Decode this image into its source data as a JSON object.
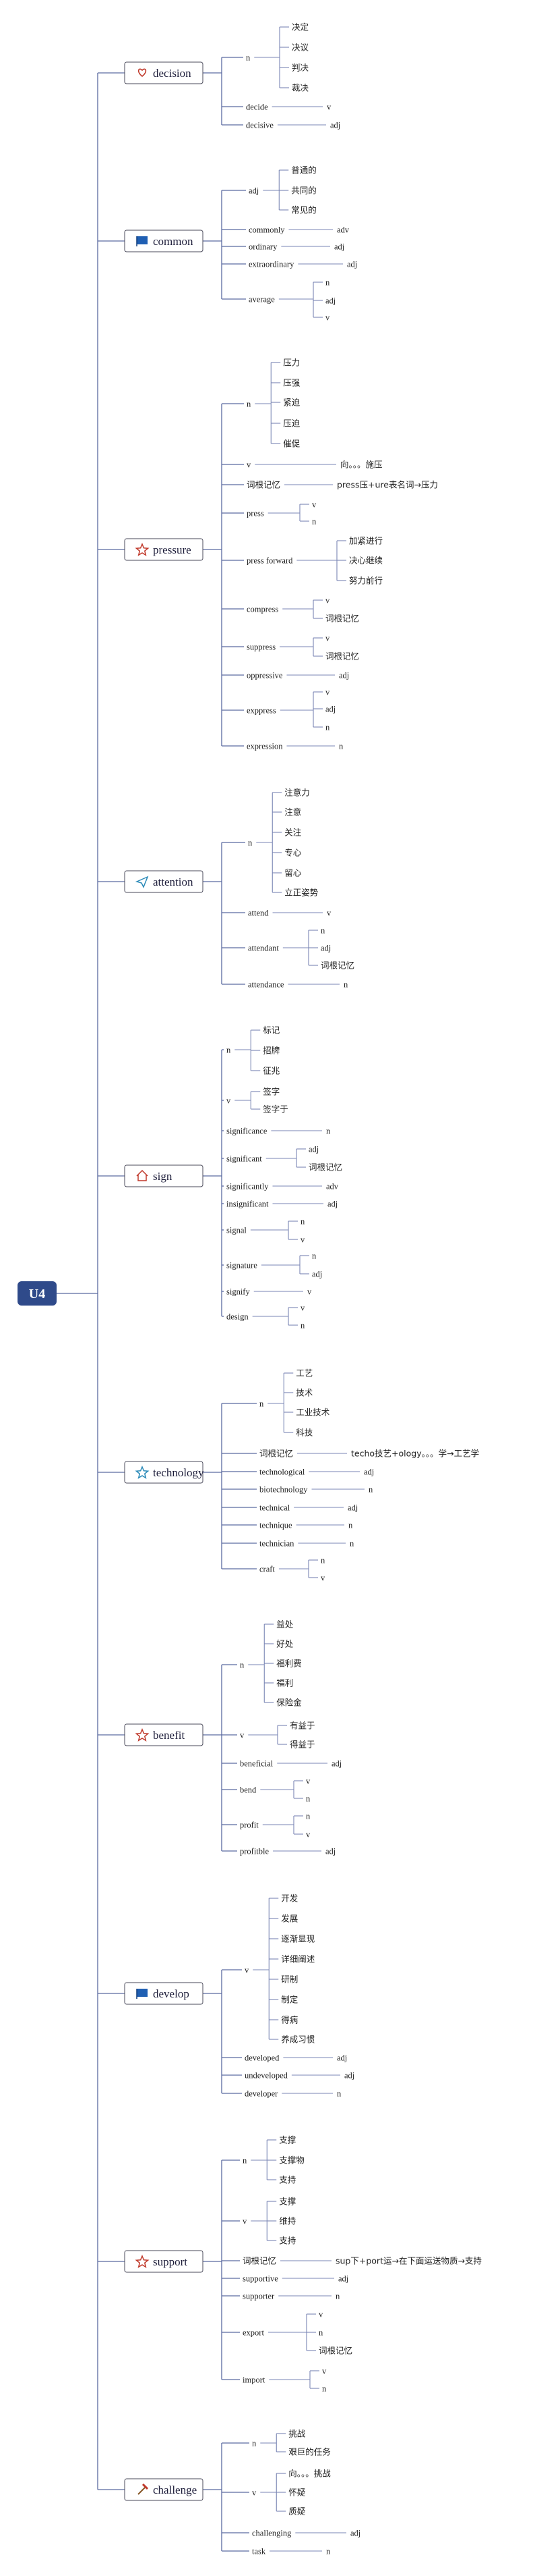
{
  "root": "U4",
  "colors": {
    "root_bg": "#2f4a8a",
    "line": "#5a6aa0",
    "heart": "#c0392b",
    "star": "#c0392b",
    "flag": "#1f5fb3",
    "plane": "#2a8ab8",
    "home": "#c0392b",
    "techstar": "#2a8ab8",
    "hammer": "#c0392b"
  },
  "topics": [
    {
      "label": "decision",
      "icon": "heart-icon",
      "children": [
        {
          "label": "n",
          "children": [
            "决定",
            "决议",
            "判决",
            "裁决"
          ]
        },
        {
          "label": "decide",
          "value": "v"
        },
        {
          "label": "decisive",
          "value": "adj"
        }
      ]
    },
    {
      "label": "common",
      "icon": "flag-icon",
      "children": [
        {
          "label": "adj",
          "children": [
            "普通的",
            "共同的",
            "常见的"
          ]
        },
        {
          "label": "commonly",
          "value": "adv"
        },
        {
          "label": "ordinary",
          "value": "adj"
        },
        {
          "label": "extraordinary",
          "value": "adj"
        },
        {
          "label": "average",
          "children": [
            "n",
            "adj",
            "v"
          ]
        }
      ]
    },
    {
      "label": "pressure",
      "icon": "star-icon",
      "children": [
        {
          "label": "n",
          "children": [
            "压力",
            "压强",
            "紧迫",
            "压迫",
            "催促"
          ]
        },
        {
          "label": "v",
          "value": "向。。。施压"
        },
        {
          "label": "词根记忆",
          "value": "press压+ure表名词→压力"
        },
        {
          "label": "press",
          "children": [
            "v",
            "n"
          ]
        },
        {
          "label": "press forward",
          "children": [
            "加紧进行",
            "决心继续",
            "努力前行"
          ]
        },
        {
          "label": "compress",
          "children": [
            "v",
            "词根记忆"
          ]
        },
        {
          "label": "suppress",
          "children": [
            "v",
            "词根记忆"
          ]
        },
        {
          "label": "oppressive",
          "value": "adj"
        },
        {
          "label": "exppress",
          "children": [
            "v",
            "adj",
            "n"
          ]
        },
        {
          "label": "expression",
          "value": "n"
        }
      ]
    },
    {
      "label": "attention",
      "icon": "paper-plane-icon",
      "children": [
        {
          "label": "n",
          "children": [
            "注意力",
            "注意",
            "关注",
            "专心",
            "留心",
            "立正姿势"
          ]
        },
        {
          "label": "attend",
          "value": "v"
        },
        {
          "label": "attendant",
          "children": [
            "n",
            "adj",
            "词根记忆"
          ]
        },
        {
          "label": "attendance",
          "value": "n"
        }
      ]
    },
    {
      "label": "sign",
      "icon": "home-icon",
      "children": [
        {
          "label": "n",
          "children": [
            "标记",
            "招牌",
            "征兆"
          ]
        },
        {
          "label": "v",
          "children": [
            "签字",
            "签字于"
          ]
        },
        {
          "label": "significance",
          "value": "n"
        },
        {
          "label": "significant",
          "children": [
            "adj",
            "词根记忆"
          ]
        },
        {
          "label": "significantly",
          "value": "adv"
        },
        {
          "label": "insignificant",
          "value": "adj"
        },
        {
          "label": "signal",
          "children": [
            "n",
            "v"
          ]
        },
        {
          "label": "signature",
          "children": [
            "n",
            "adj"
          ]
        },
        {
          "label": "signify",
          "value": "v"
        },
        {
          "label": "design",
          "children": [
            "v",
            "n"
          ]
        }
      ]
    },
    {
      "label": "technology",
      "icon": "outline-star-icon",
      "children": [
        {
          "label": "n",
          "children": [
            "工艺",
            "技术",
            "工业技术",
            "科技"
          ]
        },
        {
          "label": "词根记忆",
          "value": "techo技艺+ology。。。学→工艺学"
        },
        {
          "label": "technological",
          "value": "adj"
        },
        {
          "label": "biotechnology",
          "value": "n"
        },
        {
          "label": "technical",
          "value": "adj"
        },
        {
          "label": "technique",
          "value": "n"
        },
        {
          "label": "technician",
          "value": "n"
        },
        {
          "label": "craft",
          "children": [
            "n",
            "v"
          ]
        }
      ]
    },
    {
      "label": "benefit",
      "icon": "star-icon",
      "children": [
        {
          "label": "n",
          "children": [
            "益处",
            "好处",
            "福利费",
            "福利",
            "保险金"
          ]
        },
        {
          "label": "v",
          "children": [
            "有益于",
            "得益于"
          ]
        },
        {
          "label": "beneficial",
          "value": "adj"
        },
        {
          "label": "bend",
          "children": [
            "v",
            "n"
          ]
        },
        {
          "label": "profit",
          "children": [
            "n",
            "v"
          ]
        },
        {
          "label": "profitble",
          "value": "adj"
        }
      ]
    },
    {
      "label": "develop",
      "icon": "flag-icon",
      "children": [
        {
          "label": "v",
          "children": [
            "开发",
            "发展",
            "逐渐显现",
            "详细阐述",
            "研制",
            "制定",
            "得病",
            "养成习惯"
          ]
        },
        {
          "label": "developed",
          "value": "adj"
        },
        {
          "label": "undeveloped",
          "value": "adj"
        },
        {
          "label": "developer",
          "value": "n"
        }
      ]
    },
    {
      "label": "support",
      "icon": "star-icon",
      "children": [
        {
          "label": "n",
          "children": [
            "支撑",
            "支撑物",
            "支持"
          ]
        },
        {
          "label": "v",
          "children": [
            "支撑",
            "维持",
            "支持"
          ]
        },
        {
          "label": "词根记忆",
          "value": "sup下+port运→在下面运送物质→支持"
        },
        {
          "label": "supportive",
          "value": "adj"
        },
        {
          "label": "supporter",
          "value": "n"
        },
        {
          "label": "export",
          "children": [
            "v",
            "n",
            "词根记忆"
          ]
        },
        {
          "label": "import",
          "children": [
            "v",
            "n"
          ]
        }
      ]
    },
    {
      "label": "challenge",
      "icon": "hammer-icon",
      "children": [
        {
          "label": "n",
          "children": [
            "挑战",
            "艰巨的任务"
          ]
        },
        {
          "label": "v",
          "children": [
            "向。。。挑战",
            "怀疑",
            "质疑"
          ]
        },
        {
          "label": "challenging",
          "value": "adj"
        },
        {
          "label": "task",
          "value": "n"
        }
      ]
    }
  ]
}
